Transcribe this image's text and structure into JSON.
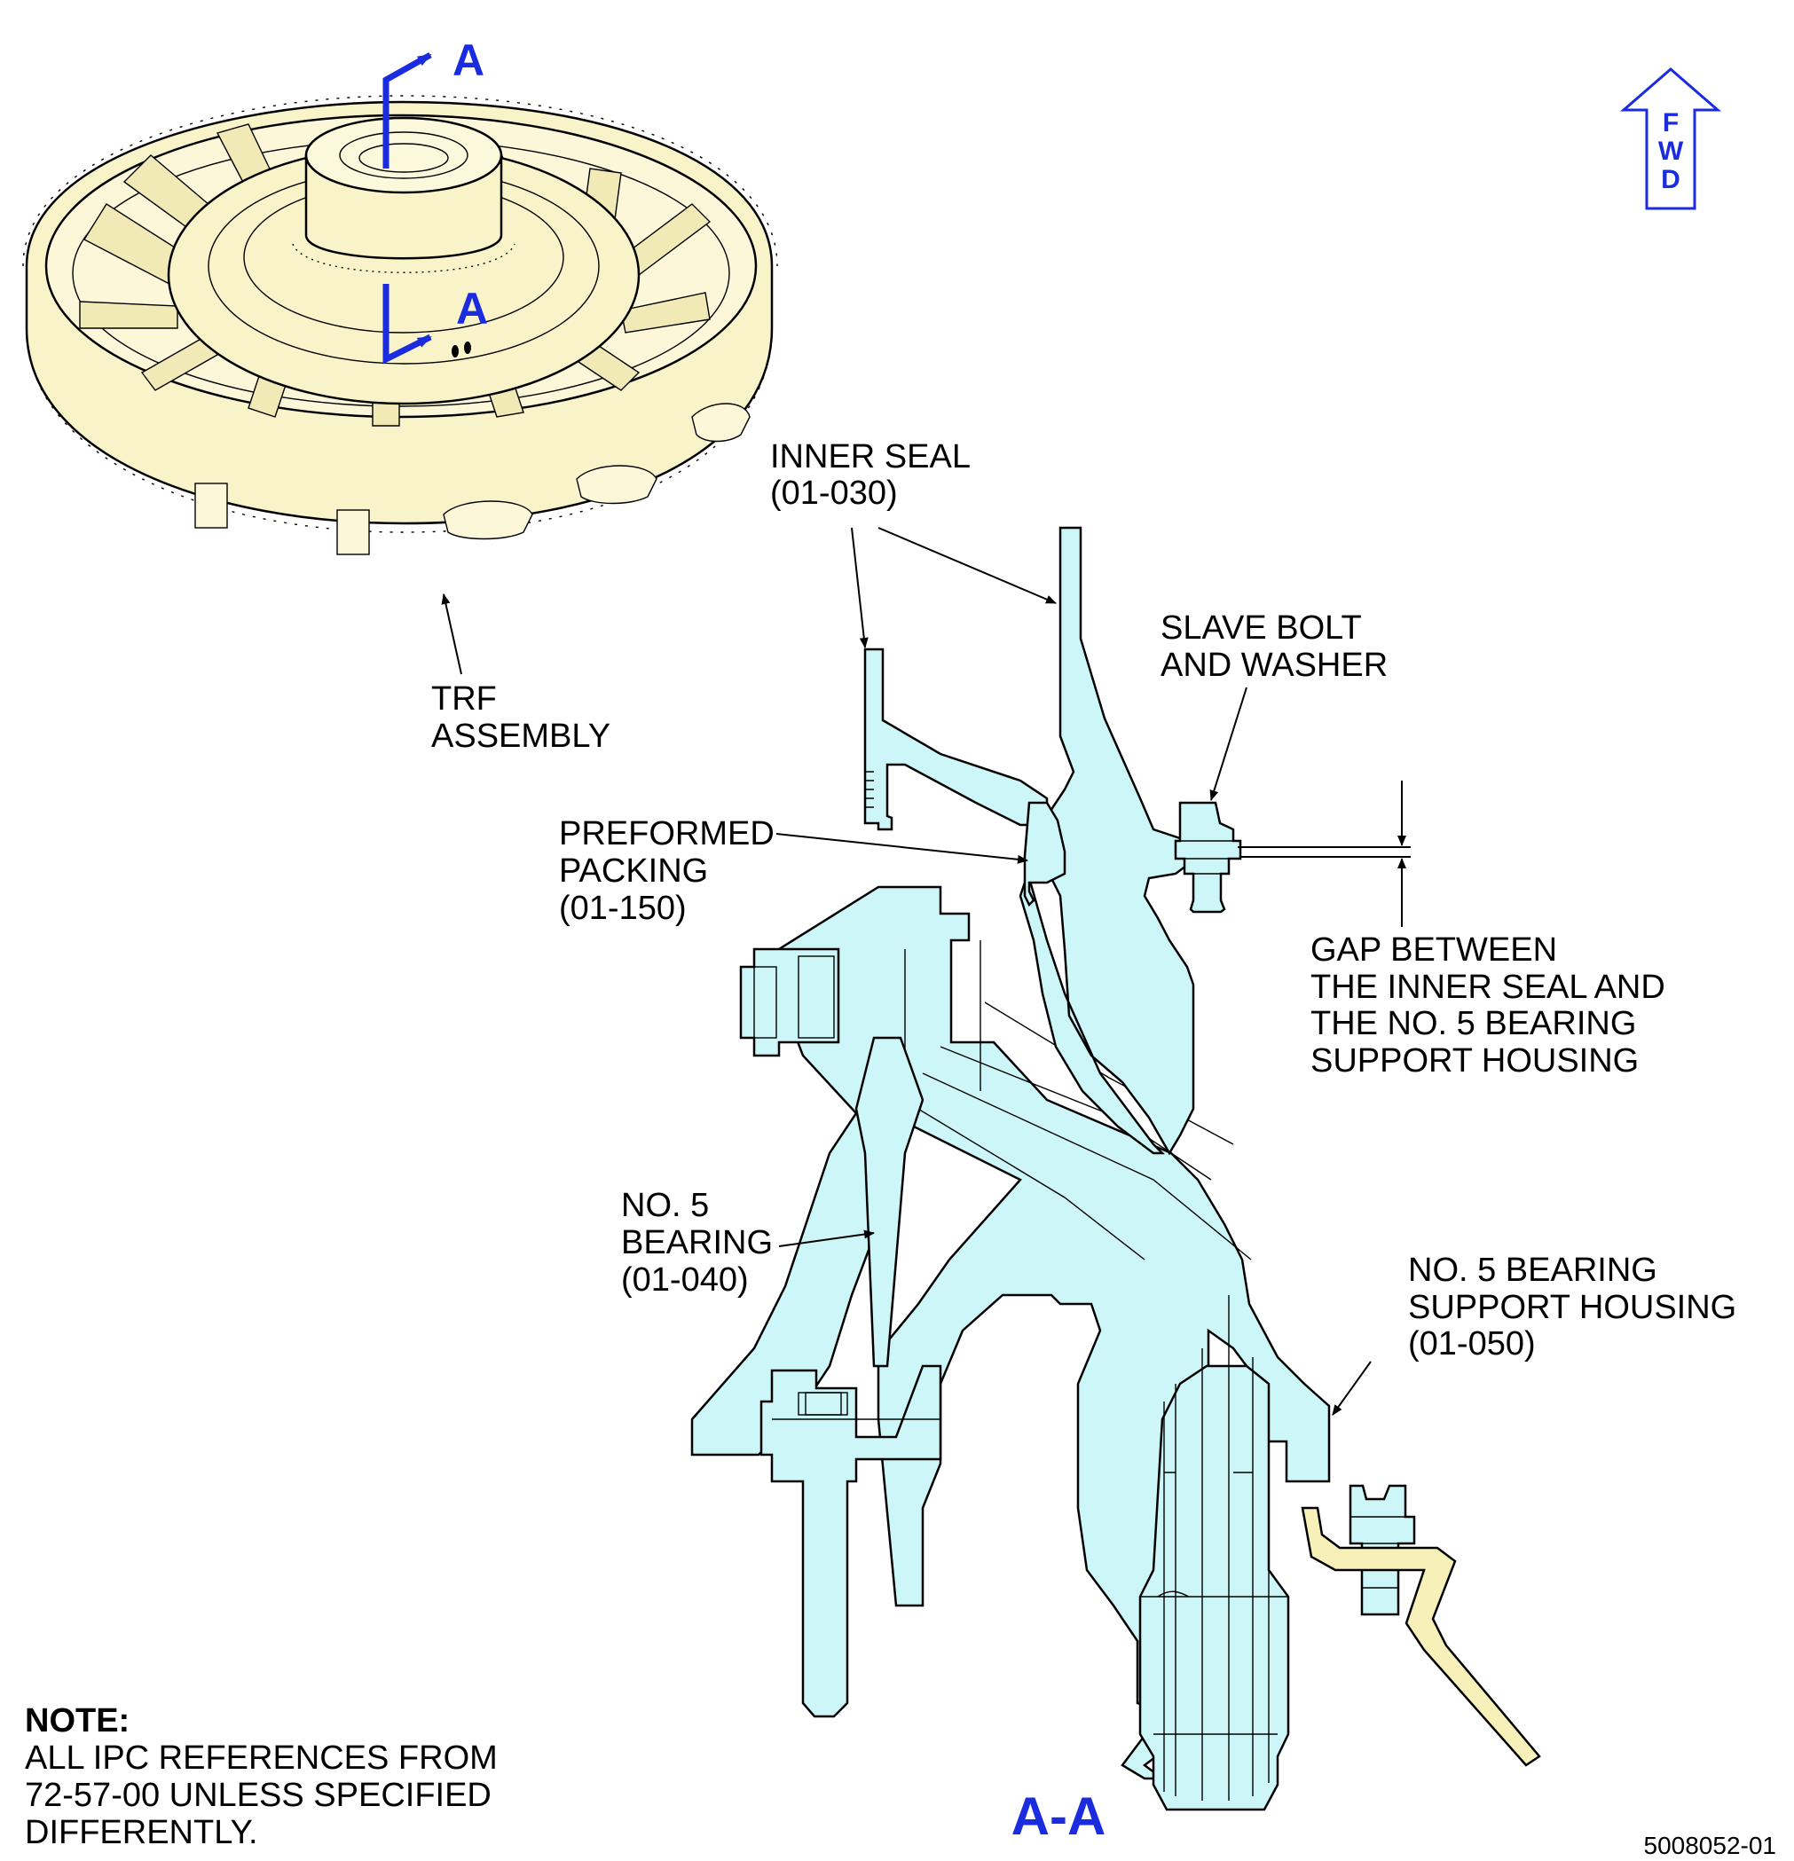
{
  "colors": {
    "part_fill": "#cdf6f8",
    "assembly_fill": "#f8f3c8",
    "seal_fill": "#f7f0b8",
    "section_marker": "#1a2be0",
    "line": "#000000"
  },
  "section_markers": {
    "top": "A",
    "bottom": "A"
  },
  "fwd_arrow": {
    "letters": [
      "F",
      "W",
      "D"
    ]
  },
  "callouts": {
    "trf_assembly": [
      "TRF",
      "ASSEMBLY"
    ],
    "inner_seal": [
      "INNER SEAL",
      "(01-030)"
    ],
    "slave_bolt": [
      "SLAVE BOLT",
      "AND WASHER"
    ],
    "preformed_packing": [
      "PREFORMED",
      "PACKING",
      "(01-150)"
    ],
    "gap": [
      "GAP BETWEEN",
      "THE INNER SEAL AND",
      "THE NO. 5 BEARING",
      "SUPPORT HOUSING"
    ],
    "no5_bearing": [
      "NO. 5",
      "BEARING",
      "(01-040)"
    ],
    "support_housing": [
      "NO. 5 BEARING",
      "SUPPORT HOUSING",
      "(01-050)"
    ]
  },
  "note": {
    "heading": "NOTE:",
    "lines": [
      "ALL IPC REFERENCES FROM",
      "72-57-00 UNLESS SPECIFIED",
      "DIFFERENTLY."
    ]
  },
  "section_title": "A-A",
  "figure_number": "5008052-01"
}
